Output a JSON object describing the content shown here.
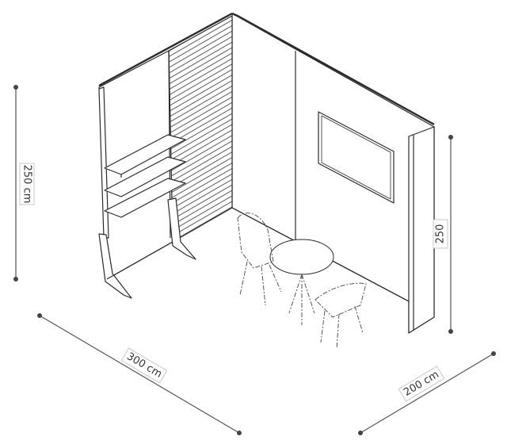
{
  "dimensions": {
    "height_left": "250 cm",
    "height_right": "250",
    "width": "300 cm",
    "depth": "200 cm"
  },
  "colors": {
    "line": "#2b2b2b",
    "dimension": "#555555",
    "dot": "#444444",
    "panel_fill": "#ffffff",
    "label_border": "#bbbbbb"
  }
}
